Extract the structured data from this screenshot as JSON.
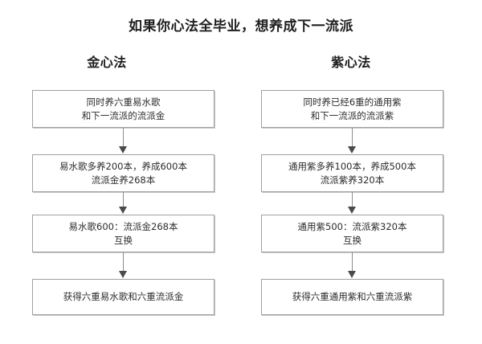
{
  "title": "如果你心法全毕业，想养成下一流派",
  "columns": [
    {
      "id": "gold",
      "heading": "金心法",
      "nodes": [
        {
          "lines": [
            "同时养六重易水歌",
            "和下一流派的流派金"
          ]
        },
        {
          "lines": [
            "易水歌多养200本，养成600本",
            "流派金养268本"
          ]
        },
        {
          "lines": [
            "易水歌600：流派金268本",
            "互换"
          ]
        },
        {
          "lines": [
            "获得六重易水歌和六重流派金"
          ]
        }
      ]
    },
    {
      "id": "purple",
      "heading": "紫心法",
      "nodes": [
        {
          "lines": [
            "同时养已经6重的通用紫",
            "和下一流派的流派紫"
          ]
        },
        {
          "lines": [
            "通用紫多养100本，养成500本",
            "流派紫养320本"
          ]
        },
        {
          "lines": [
            "通用紫500：流派紫320本",
            "互换"
          ]
        },
        {
          "lines": [
            "获得六重通用紫和六重流派紫"
          ]
        }
      ]
    }
  ],
  "colors": {
    "background": "#ffffff",
    "box_border": "#a0a0a0",
    "box_shadow": "#c8c8c8",
    "arrow": "#4a4a4a",
    "text": "#2b2b2b",
    "heading_text": "#1f1f1f"
  }
}
